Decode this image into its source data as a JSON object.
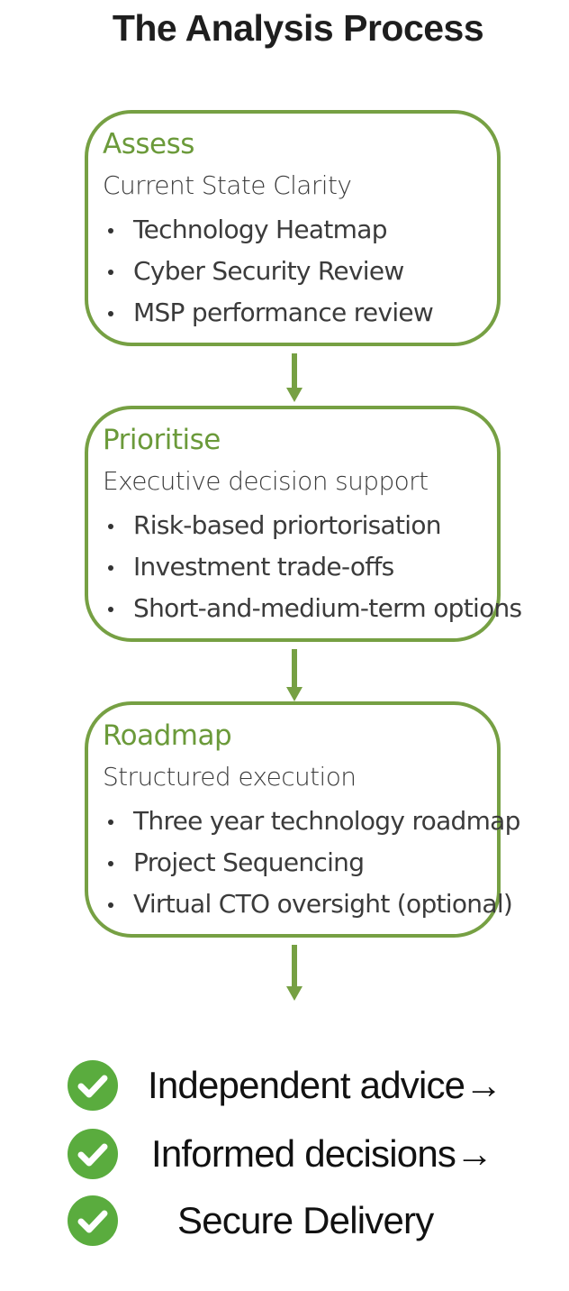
{
  "title": "The Analysis Process",
  "stages": [
    {
      "title": "Assess",
      "subtitle": "Current State Clarity",
      "items": [
        "Technology Heatmap",
        "Cyber Security Review",
        "MSP performance review"
      ]
    },
    {
      "title": "Prioritise",
      "subtitle": "Executive decision support",
      "items": [
        "Risk-based priortorisation",
        "Investment trade-offs",
        "Short-and-medium-term options"
      ]
    },
    {
      "title": "Roadmap",
      "subtitle": "Structured execution",
      "items": [
        "Three year technology roadmap",
        "Project Sequencing",
        "Virtual CTO oversight (optional)"
      ]
    }
  ],
  "outcomes": [
    "Independent advice→",
    "Informed decisions→",
    "Secure Delivery"
  ],
  "colors": {
    "accent": "#76a043",
    "check": "#5aac3e"
  },
  "icons": {
    "outcome": "check-circle-icon",
    "flow": "arrow-down-icon"
  }
}
